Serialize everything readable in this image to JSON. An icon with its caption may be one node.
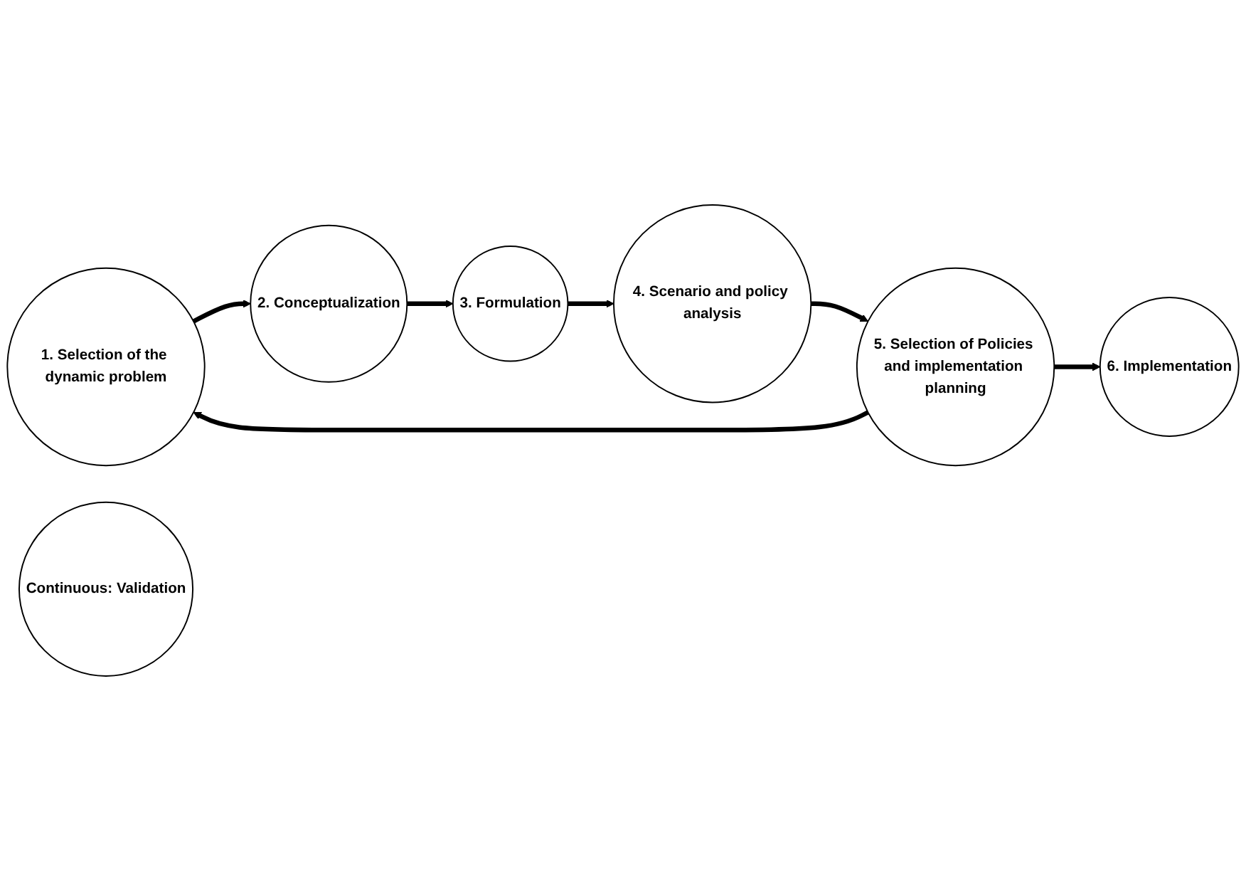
{
  "diagram": {
    "nodes": [
      {
        "text": [
          "1. Selection of the dynamic problem"
        ]
      },
      {
        "text": [
          "2. Conceptualization"
        ]
      },
      {
        "text": [
          "3. Formulation"
        ]
      },
      {
        "text": [
          "4. Scenario and policy analysis"
        ]
      },
      {
        "text": [
          "5. Selection of Policies and implementation planning"
        ]
      },
      {
        "text": [
          "6. Implementation"
        ]
      },
      {
        "text": [
          "Continuous: Validation"
        ]
      }
    ],
    "edges": [
      {
        "from": 0,
        "to": 1,
        "arrow": "to"
      },
      {
        "from": 1,
        "to": 2,
        "arrow": "to"
      },
      {
        "from": 2,
        "to": 3,
        "arrow": "to"
      },
      {
        "from": 3,
        "to": 4,
        "arrow": "to"
      },
      {
        "from": 4,
        "to": 0,
        "arrow": "to"
      },
      {
        "from": 4,
        "to": 5,
        "arrow": "to"
      }
    ]
  }
}
